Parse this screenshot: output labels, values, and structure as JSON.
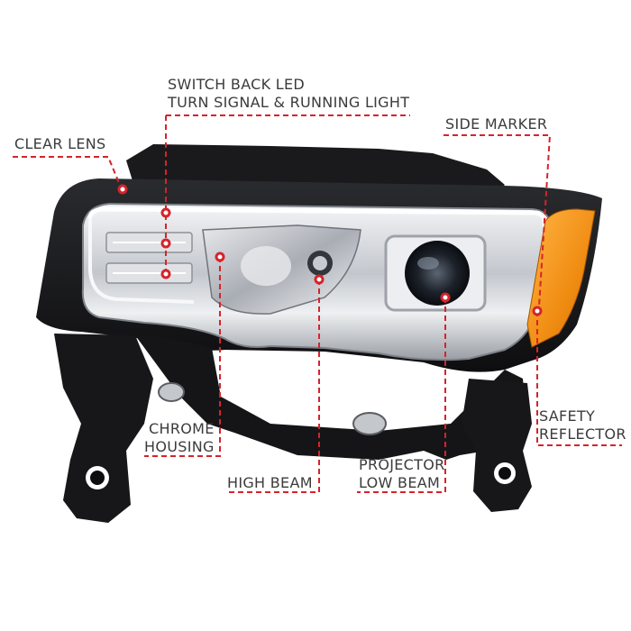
{
  "callouts": {
    "clear_lens": "CLEAR LENS",
    "switch_back_line1": "SWITCH BACK LED",
    "switch_back_line2": "TURN SIGNAL & RUNNING LIGHT",
    "side_marker": "SIDE MARKER",
    "chrome_housing_line1": "CHROME",
    "chrome_housing_line2": "HOUSING",
    "high_beam": "HIGH BEAM",
    "projector_line1": "PROJECTOR",
    "projector_line2": "LOW BEAM",
    "safety_reflector_line1": "SAFETY",
    "safety_reflector_line2": "REFLECTOR"
  },
  "colors": {
    "callout_line": "#d6232a",
    "callout_text": "#3b3b3b",
    "amber": "#f59a1c",
    "chrome": "#c9ccd1",
    "housing": "#1b1b1d"
  }
}
